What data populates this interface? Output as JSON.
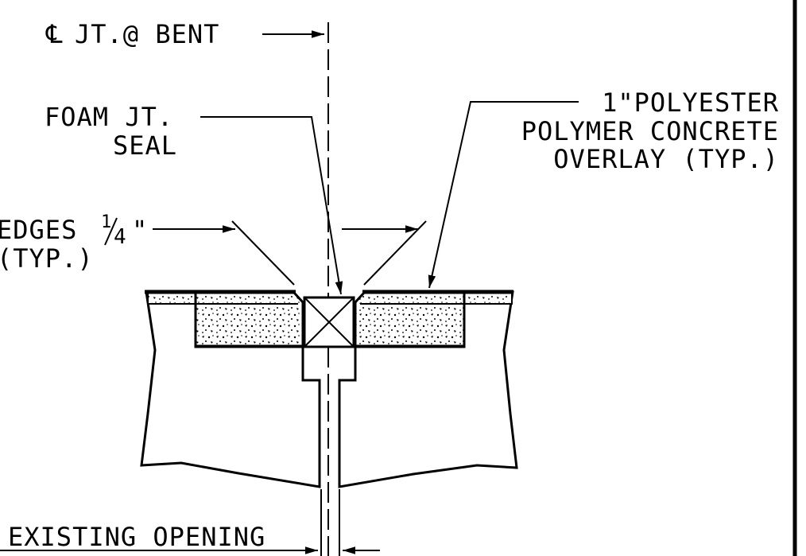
{
  "labels": {
    "centerline_symbol": "℄",
    "centerline": "JT.@ BENT",
    "foam_line1": "FOAM JT.",
    "foam_line2": "SEAL",
    "overlay_line1": "1\"POLYESTER",
    "overlay_line2": "POLYMER CONCRETE",
    "overlay_line3": "OVERLAY (TYP.)",
    "edges_line1": "EDGES",
    "edges_fraction_num": "1",
    "edges_fraction_den": "4",
    "edges_inch": "\"",
    "edges_line2": "(TYP.)",
    "existing_opening": "EXISTING OPENING"
  },
  "colors": {
    "ink": "#000000",
    "paper": "#ffffff",
    "stipple": "#000000"
  }
}
